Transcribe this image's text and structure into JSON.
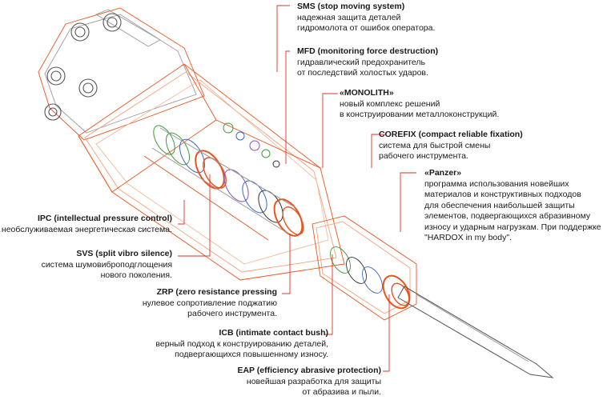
{
  "annotations": {
    "sms": {
      "title": "SMS (stop moving system)",
      "desc": "надежная защита деталей\nгидромолота от ошибок оператора."
    },
    "mfd": {
      "title": "MFD (monitoring force destruction)",
      "desc": "гидравлический предохранитель\nот последствий холостых ударов."
    },
    "monolith": {
      "title": "«MONOLITH»",
      "desc": "новый комплекс решений\nв конструировании металлоконструкций."
    },
    "corefix": {
      "title": "COREFIX (compact reliable fixation)",
      "desc": "система для быстрой смены\nрабочего инструмента."
    },
    "panzer": {
      "title": "«Panzer»",
      "desc": "программа использования новейших\nматериалов и конструктивных подходов\nдля обеспечения наибольшей защиты\nэлементов, подвергающихся абразивному\nизносу и ударным нагрузкам. При поддержке\n\"HARDOX in my body\"."
    },
    "ipc": {
      "title": "IPC (intellectual pressure control)",
      "desc": "необслуживаемая энергетическая система."
    },
    "svs": {
      "title": "SVS (split vibro silence)",
      "desc": "система шумовиброподглощения\nнового поколения."
    },
    "zrp": {
      "title": "ZRP (zero resistance pressing",
      "desc": "нулевое сопротивление поджатию\nрабочего инструмента."
    },
    "icb": {
      "title": "ICB (intimate contact bush)",
      "desc": "верный подход к конструированию деталей,\nподвергающихся повышенному износу."
    },
    "eap": {
      "title": "EAP (efficiency abrasive protection)",
      "desc": "новейшая разработка для защиты\nот абразива и пыли."
    }
  },
  "colors": {
    "wire": "#e8541e",
    "callout": "#e0312b",
    "gray": "#9a9a9a",
    "green": "#3f9a3a",
    "blue": "#3a66c9",
    "purple": "#8a4fc0"
  }
}
